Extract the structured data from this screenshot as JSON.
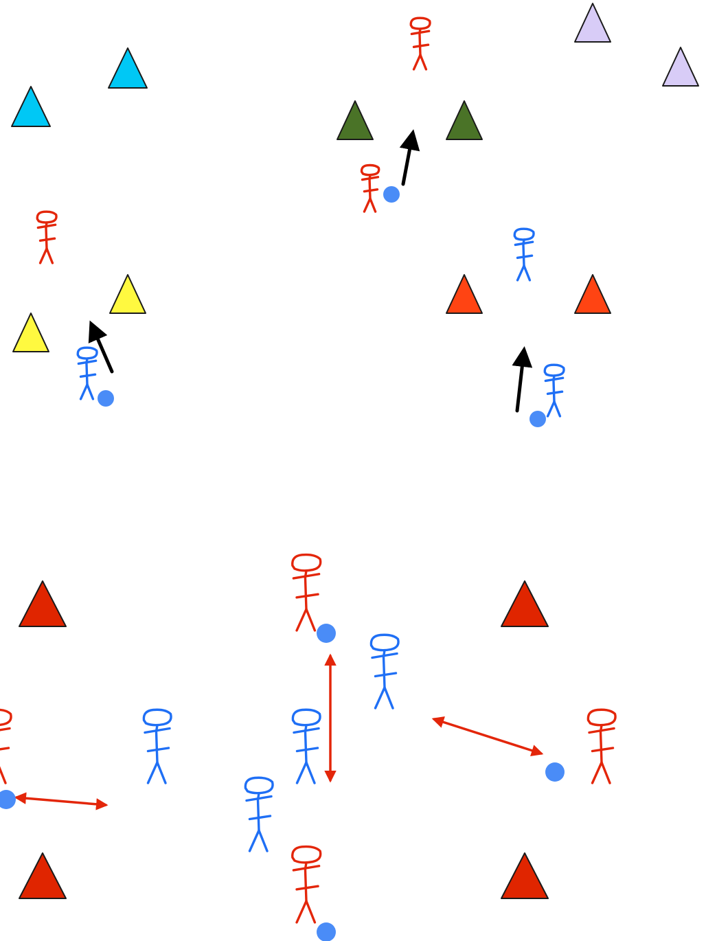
{
  "colors": {
    "cone_cyan": "#00c8f5",
    "cone_yellow": "#fff940",
    "cone_green": "#4a7327",
    "cone_lavender": "#d8ccf7",
    "cone_orange": "#ff4413",
    "cone_red": "#e02500",
    "player_red": "#e3260a",
    "player_blue": "#1f6ff5",
    "ball": "#4a8cf7",
    "arrow_black": "#000000",
    "arrow_red": "#e3260a"
  },
  "icons": {
    "cone": "triangle-cone-icon",
    "player": "stick-figure-player-icon",
    "ball": "ball-icon",
    "arrow": "arrow-icon"
  },
  "top_drills": {
    "cones": [
      "cyan",
      "cyan",
      "green",
      "green",
      "lavender",
      "lavender",
      "yellow",
      "yellow",
      "orange",
      "orange"
    ],
    "players": [
      "red",
      "blue",
      "red",
      "red",
      "blue",
      "blue"
    ],
    "balls": 3,
    "arrows": 3
  },
  "bottom_drill": {
    "cones": [
      "red",
      "red",
      "red",
      "red"
    ],
    "players": [
      "red",
      "red",
      "red",
      "red",
      "blue",
      "blue",
      "blue",
      "blue"
    ],
    "balls": 4,
    "arrows": 3
  }
}
